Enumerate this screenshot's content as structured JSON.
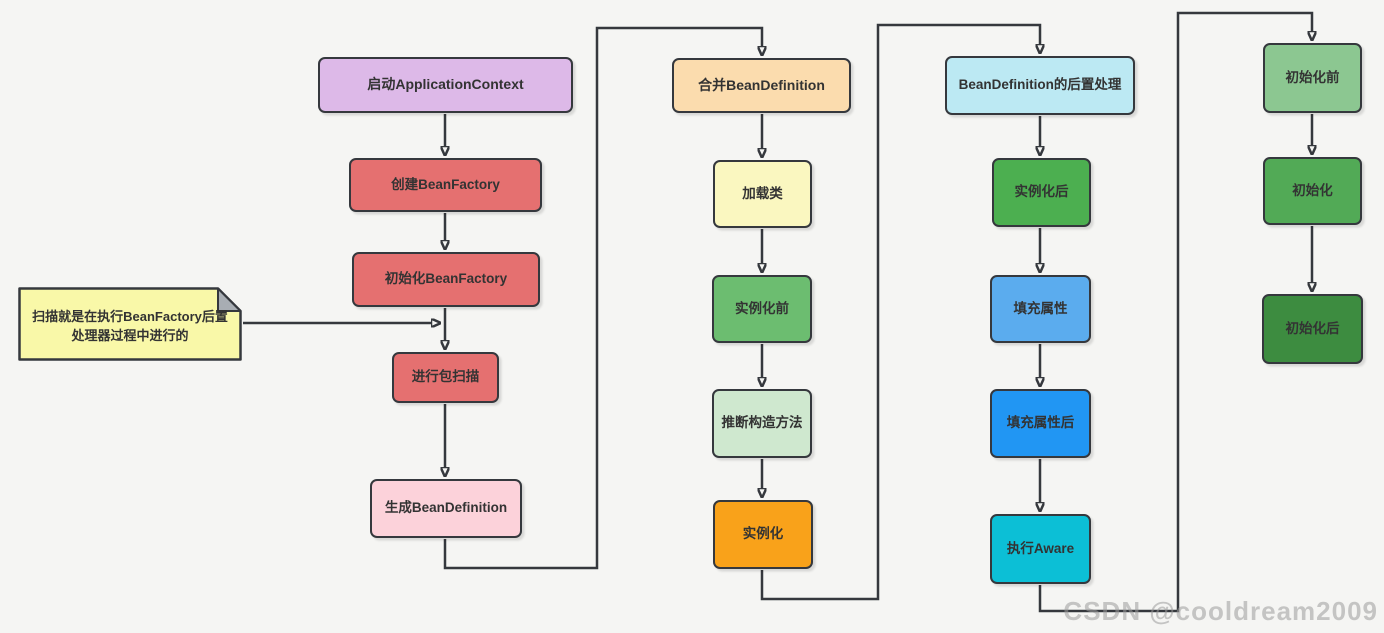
{
  "colors": {
    "background": "#f5f5f3",
    "line": "#35383d",
    "text": "#333333",
    "note_flap": "#a8adb3"
  },
  "note": {
    "text": "扫描就是在执行BeanFactory后置处理器过程中进行的",
    "fill": "#f9f8a8"
  },
  "watermark": "CSDN @cooldream2009",
  "nodes": [
    {
      "id": "start-application-context",
      "label": "启动ApplicationContext",
      "fill": "#ddb9e8"
    },
    {
      "id": "create-bean-factory",
      "label": "创建BeanFactory",
      "fill": "#e57070"
    },
    {
      "id": "init-bean-factory",
      "label": "初始化BeanFactory",
      "fill": "#e57070"
    },
    {
      "id": "package-scan",
      "label": "进行包扫描",
      "fill": "#e57070"
    },
    {
      "id": "generate-bean-definition",
      "label": "生成BeanDefinition",
      "fill": "#fcd2da"
    },
    {
      "id": "merge-bean-definition",
      "label": "合并BeanDefinition",
      "fill": "#fbdcae"
    },
    {
      "id": "load-class",
      "label": "加载类",
      "fill": "#faf7c0"
    },
    {
      "id": "before-instantiation",
      "label": "实例化前",
      "fill": "#6cbd70"
    },
    {
      "id": "infer-constructor",
      "label": "推断构造方法",
      "fill": "#cfe8cf"
    },
    {
      "id": "instantiation",
      "label": "实例化",
      "fill": "#f9a21a"
    },
    {
      "id": "bean-definition-post-processing",
      "label": "BeanDefinition的后置处理",
      "fill": "#bce9f3"
    },
    {
      "id": "after-instantiation",
      "label": "实例化后",
      "fill": "#4caf50"
    },
    {
      "id": "populate-properties",
      "label": "填充属性",
      "fill": "#5bacee"
    },
    {
      "id": "after-populate-properties",
      "label": "填充属性后",
      "fill": "#2196f3"
    },
    {
      "id": "execute-aware",
      "label": "执行Aware",
      "fill": "#0cbfd6"
    },
    {
      "id": "before-initialization",
      "label": "初始化前",
      "fill": "#8cc791"
    },
    {
      "id": "initialization",
      "label": "初始化",
      "fill": "#52aa56"
    },
    {
      "id": "after-initialization",
      "label": "初始化后",
      "fill": "#3d8c40"
    }
  ],
  "edges": [
    {
      "from": "start-application-context",
      "to": "create-bean-factory"
    },
    {
      "from": "create-bean-factory",
      "to": "init-bean-factory"
    },
    {
      "from": "init-bean-factory",
      "to": "package-scan"
    },
    {
      "from": "package-scan",
      "to": "generate-bean-definition"
    },
    {
      "from": "generate-bean-definition",
      "to": "merge-bean-definition"
    },
    {
      "from": "merge-bean-definition",
      "to": "load-class"
    },
    {
      "from": "load-class",
      "to": "before-instantiation"
    },
    {
      "from": "before-instantiation",
      "to": "infer-constructor"
    },
    {
      "from": "infer-constructor",
      "to": "instantiation"
    },
    {
      "from": "instantiation",
      "to": "bean-definition-post-processing"
    },
    {
      "from": "bean-definition-post-processing",
      "to": "after-instantiation"
    },
    {
      "from": "after-instantiation",
      "to": "populate-properties"
    },
    {
      "from": "populate-properties",
      "to": "after-populate-properties"
    },
    {
      "from": "after-populate-properties",
      "to": "execute-aware"
    },
    {
      "from": "execute-aware",
      "to": "before-initialization"
    },
    {
      "from": "before-initialization",
      "to": "initialization"
    },
    {
      "from": "initialization",
      "to": "after-initialization"
    },
    {
      "from": "note",
      "to": "init-bean-factory/package-scan junction"
    }
  ]
}
